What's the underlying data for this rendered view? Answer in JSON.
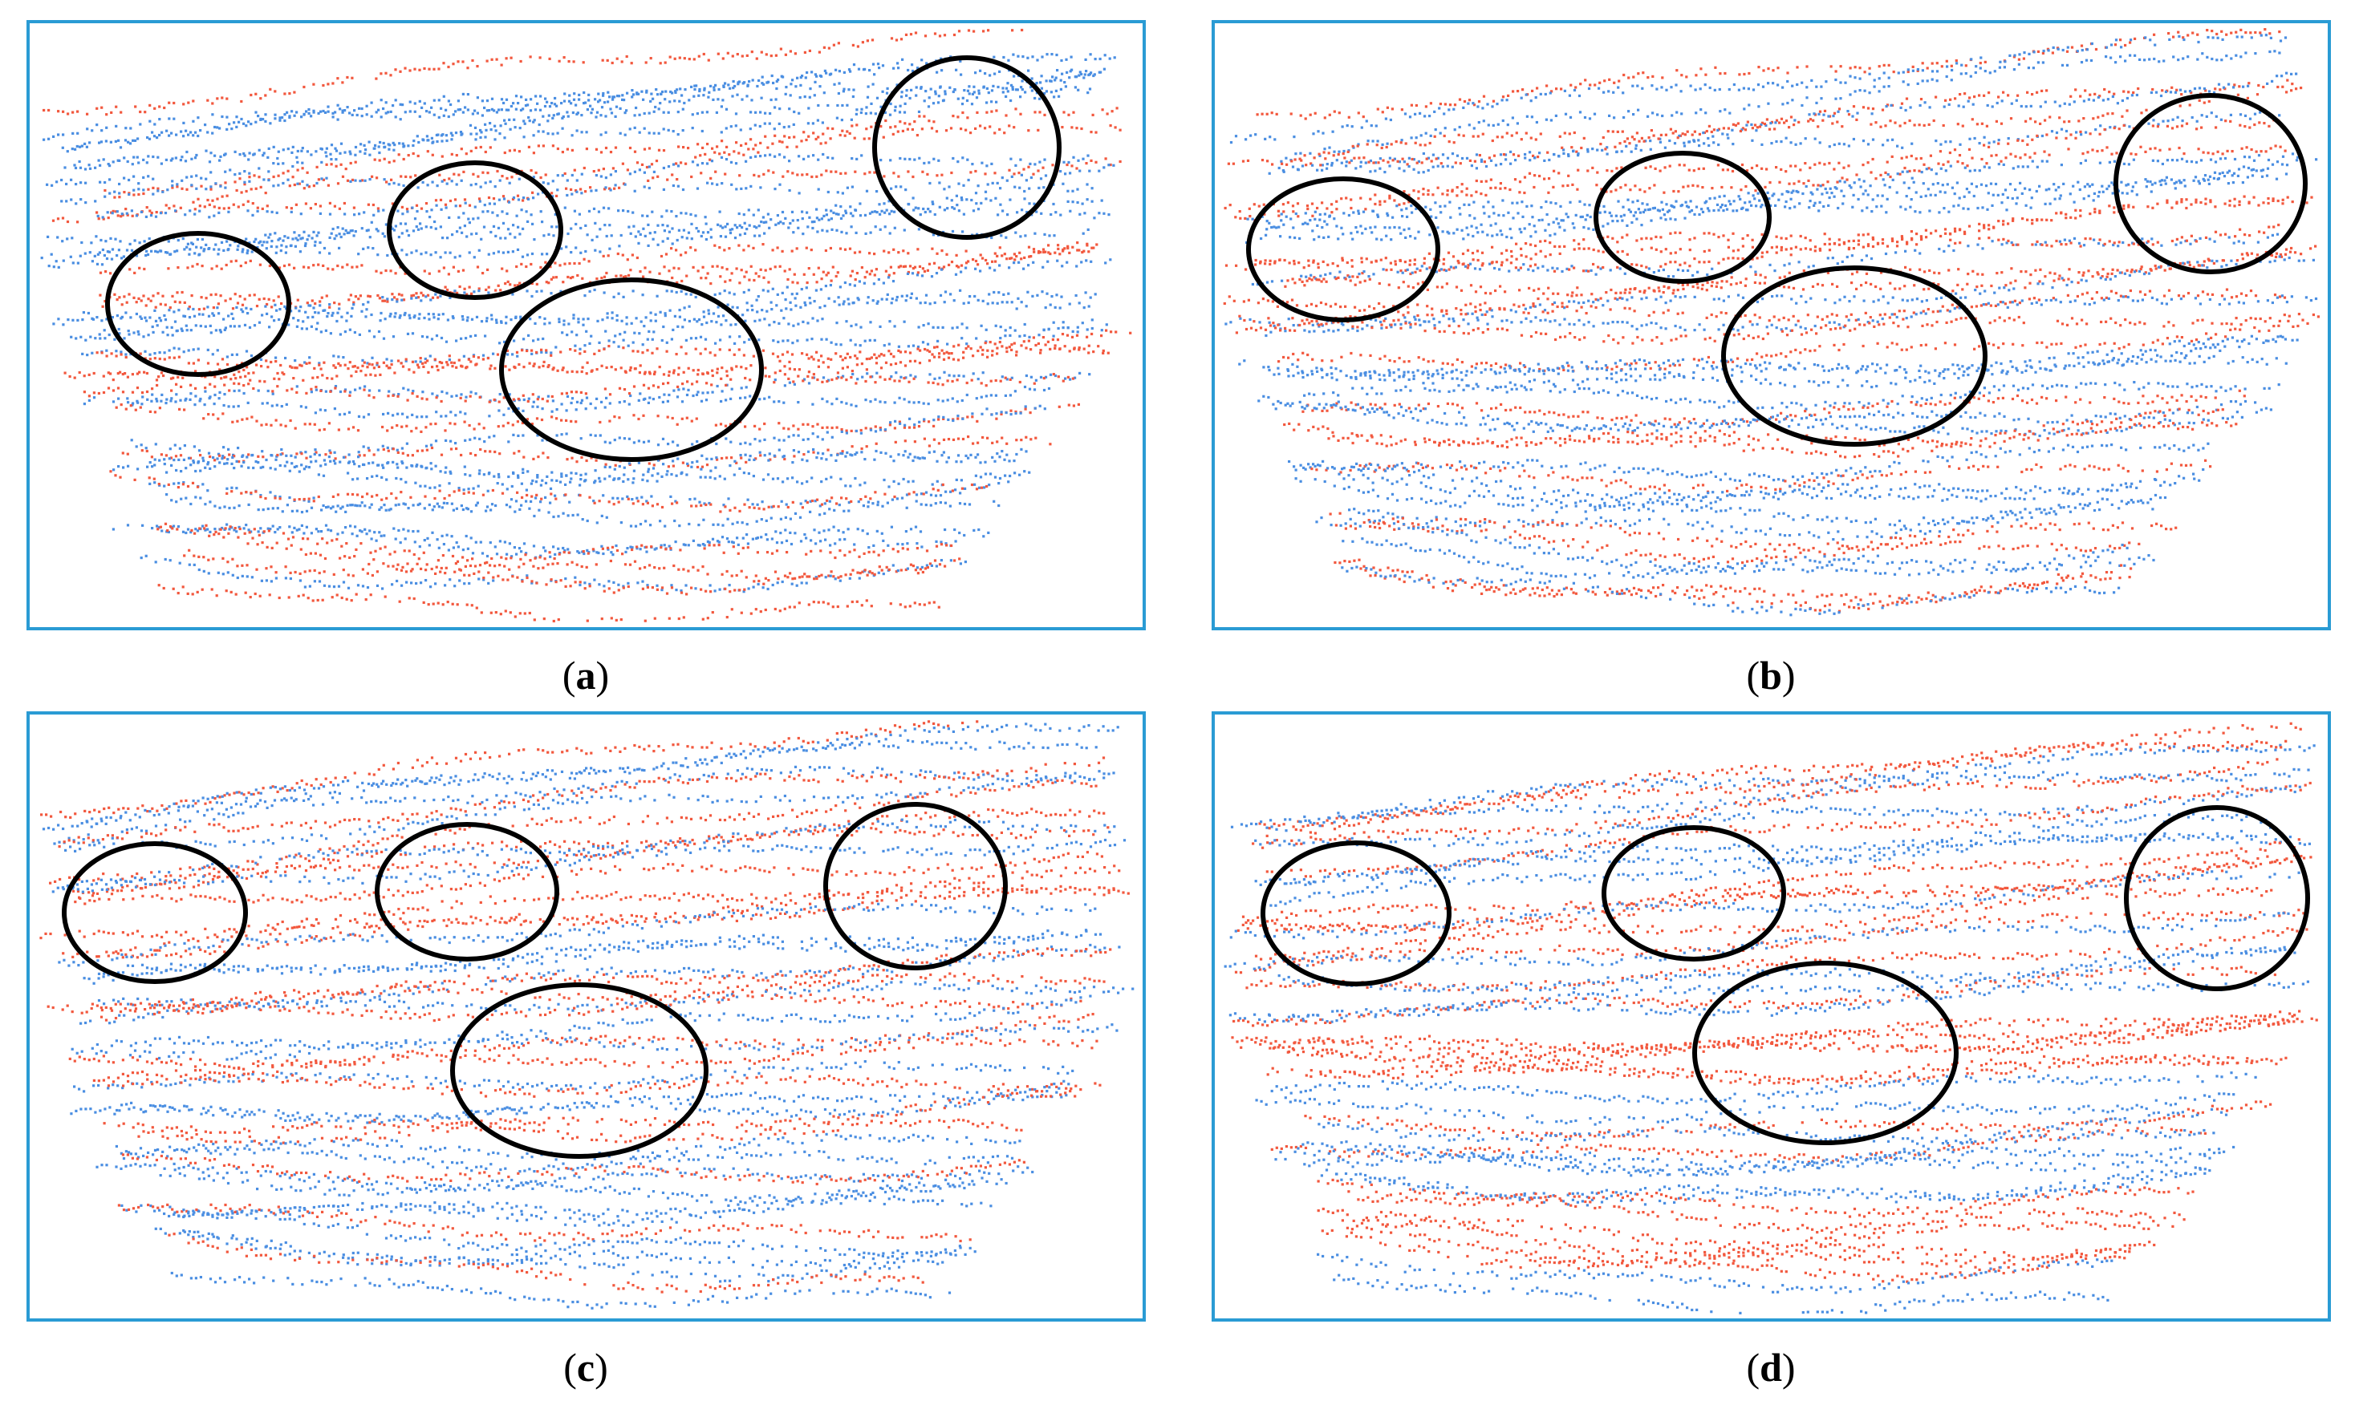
{
  "colors": {
    "red_cloud": "#f2583e",
    "blue_cloud": "#4a8ee2",
    "frame": "#2a9bd4",
    "circle": "#000000"
  },
  "panels": [
    {
      "id": "a",
      "label": "a"
    },
    {
      "id": "b",
      "label": "b"
    },
    {
      "id": "c",
      "label": "c"
    },
    {
      "id": "d",
      "label": "d"
    }
  ]
}
